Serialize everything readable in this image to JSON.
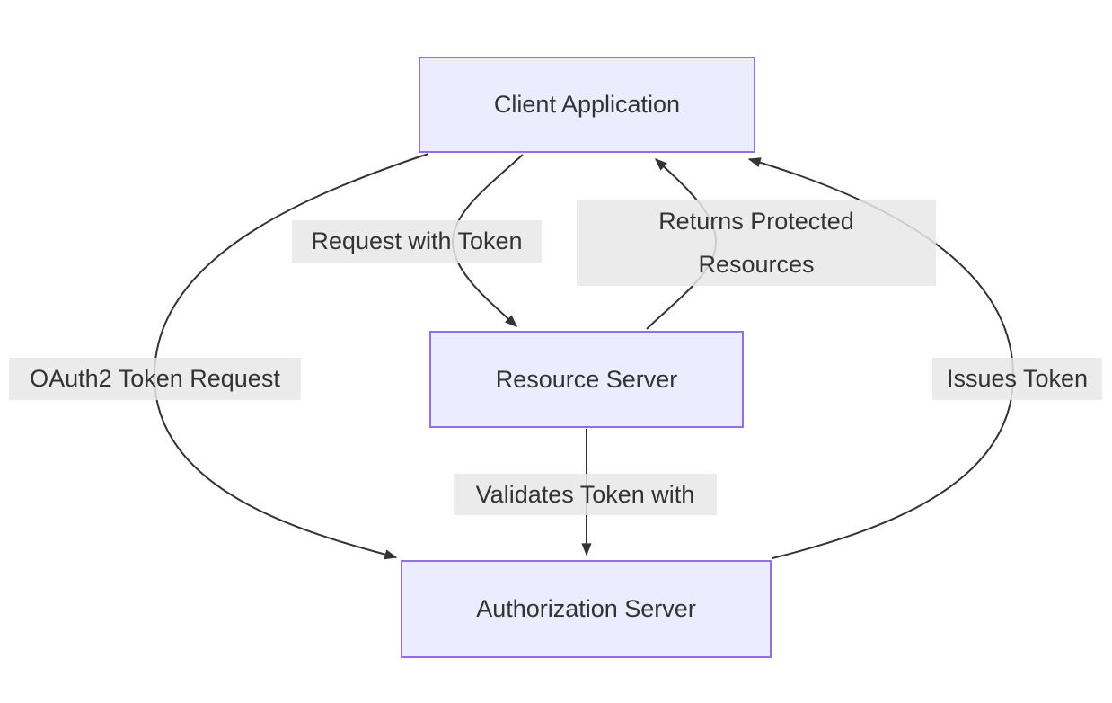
{
  "nodes": {
    "client_application": {
      "label": "Client Application"
    },
    "resource_server": {
      "label": "Resource Server"
    },
    "authorization_server": {
      "label": "Authorization Server"
    }
  },
  "edges": {
    "request_with_token": {
      "from": "Client Application",
      "to": "Resource Server",
      "label": "Request with Token"
    },
    "returns_protected_resources": {
      "from": "Resource Server",
      "to": "Client Application",
      "label": "Returns Protected Resources",
      "lines": [
        "Returns Protected",
        "Resources"
      ]
    },
    "oauth2_token_request": {
      "from": "Client Application",
      "to": "Authorization Server",
      "label": "OAuth2 Token Request"
    },
    "issues_token": {
      "from": "Authorization Server",
      "to": "Client Application",
      "label": "Issues Token"
    },
    "validates_token_with": {
      "from": "Resource Server",
      "to": "Authorization Server",
      "label": "Validates Token with"
    }
  },
  "colors": {
    "node_fill": "#ECECFF",
    "node_border": "#9370DB",
    "edge_stroke": "#333333",
    "text": "#333333",
    "edge_label_background": "#e8e8e8",
    "canvas_background": "#ffffff"
  }
}
